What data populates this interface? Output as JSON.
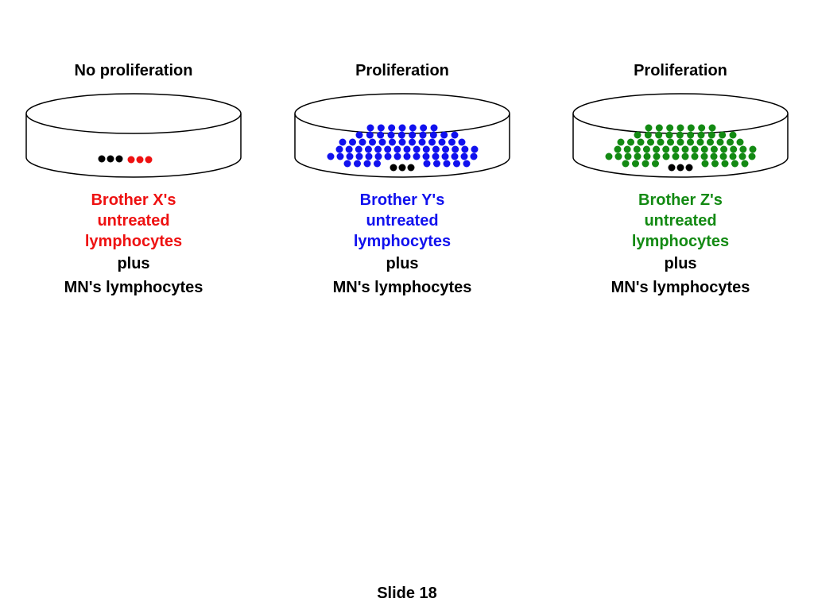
{
  "dishes": [
    {
      "title": "No proliferation",
      "caption_lines": [
        "Brother X's",
        "untreated",
        "lymphocytes"
      ],
      "plus": "plus",
      "mn": "MN's lymphocytes",
      "color": "#ee1111",
      "outcome": "no-proliferation"
    },
    {
      "title": "Proliferation",
      "caption_lines": [
        "Brother Y's",
        "untreated",
        "lymphocytes"
      ],
      "plus": "plus",
      "mn": "MN's lymphocytes",
      "color": "#1111ee",
      "outcome": "proliferation"
    },
    {
      "title": "Proliferation",
      "caption_lines": [
        "Brother Z's",
        "untreated",
        "lymphocytes"
      ],
      "plus": "plus",
      "mn": "MN's lymphocytes",
      "color": "#138a13",
      "outcome": "proliferation"
    }
  ],
  "mn_cell_color": "#000000",
  "slide": "Slide 18"
}
